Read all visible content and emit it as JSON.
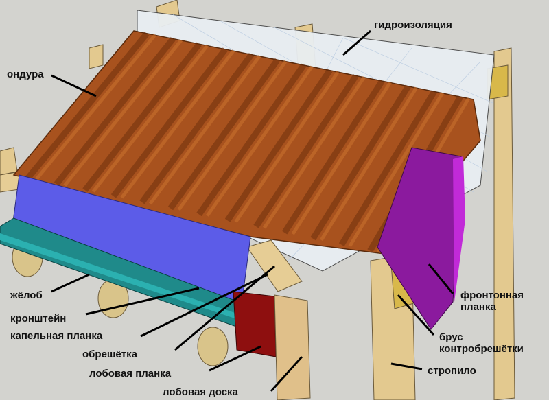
{
  "labels": {
    "waterproofing": "гидроизоляция",
    "ondura": "ондура",
    "gutter": "жёлоб",
    "bracket": "кронштейн",
    "drip_plank": "капельная планка",
    "batten": "обрешётка",
    "front_plank": "лобовая планка",
    "front_board": "лобовая доска",
    "gable_plank_1": "фронтонная",
    "gable_plank_2": "планка",
    "counter_batten_1": "брус",
    "counter_batten_2": "контробрешётки",
    "rafter": "стропило"
  },
  "colors": {
    "background": "#d3d3cf",
    "ondulin": "#a8521e",
    "drip_plank": "#5a5ae6",
    "gable_plank": "#8e1aa0",
    "gutter": "#1f8a8a",
    "front_plank": "#8e0f0f",
    "wood": "#e0c08a"
  }
}
